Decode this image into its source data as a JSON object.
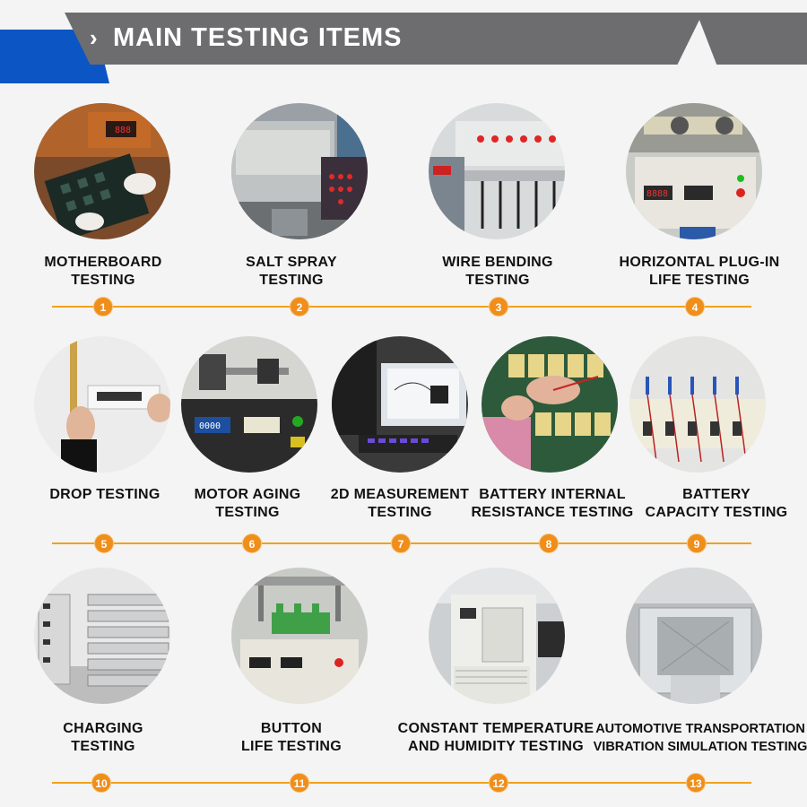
{
  "header": {
    "title": "MAIN TESTING ITEMS",
    "chevron": "›"
  },
  "colors": {
    "accent": "#ef8e1b",
    "header_gray": "#6d6d6f",
    "brand_blue": "#0b55c4"
  },
  "items": [
    {
      "number": "1",
      "label": "MOTHERBOARD\nTESTING"
    },
    {
      "number": "2",
      "label": "SALT SPRAY\nTESTING"
    },
    {
      "number": "3",
      "label": "WIRE BENDING\nTESTING"
    },
    {
      "number": "4",
      "label": "HORIZONTAL PLUG-IN\nLIFE TESTING"
    },
    {
      "number": "5",
      "label": "DROP TESTING"
    },
    {
      "number": "6",
      "label": "MOTOR AGING\nTESTING"
    },
    {
      "number": "7",
      "label": "2D MEASUREMENT\nTESTING"
    },
    {
      "number": "8",
      "label": "BATTERY INTERNAL\nRESISTANCE TESTING"
    },
    {
      "number": "9",
      "label": "BATTERY\nCAPACITY TESTING"
    },
    {
      "number": "10",
      "label": "CHARGING\nTESTING"
    },
    {
      "number": "11",
      "label": "BUTTON\nLIFE TESTING"
    },
    {
      "number": "12",
      "label": "CONSTANT TEMPERATURE\nAND HUMIDITY TESTING"
    },
    {
      "number": "13",
      "label": "AUTOMOTIVE TRANSPORTATION\nVIBRATION SIMULATION TESTING"
    }
  ]
}
